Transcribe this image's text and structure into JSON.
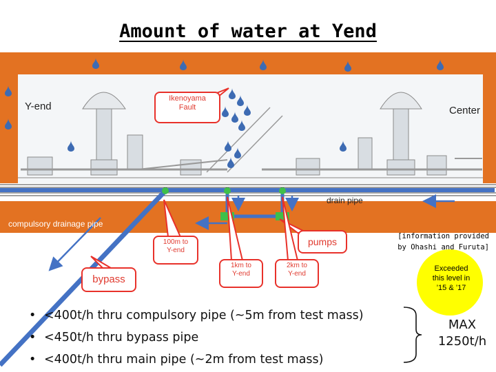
{
  "title": "Amount of water at Yend",
  "diagram": {
    "left_station": "Y-end",
    "right_station": "Center",
    "drain_pipe_label": "drain pipe",
    "compulsory_pipe_label": "compulsory drainage pipe",
    "callouts": {
      "fault_line1": "Ikenoyama",
      "fault_line2": "Fault",
      "m100_line1": "100m to",
      "m100_line2": "Y-end",
      "pumps": "pumps",
      "km1_line1": "1km to",
      "km1_line2": "Y-end",
      "km2_line1": "2km to",
      "km2_line2": "Y-end",
      "bypass": "bypass"
    },
    "colors": {
      "tunnel": "#e37222",
      "pipe": "#4472c4",
      "callout_border": "#e8312a",
      "callout_text": "#e03a2f",
      "droplet": "#3d6bb3",
      "note_circle": "#ffff00"
    }
  },
  "source_note": {
    "line1": "[information provided",
    "line2": "by Ohashi and Furuta]"
  },
  "exceeded_note": {
    "line1": "Exceeded",
    "line2": "this level in",
    "line3": "’15 & ’17"
  },
  "flow_rates": [
    {
      "bullet": "•",
      "text": "<400t/h thru compulsory pipe (~5m from test mass)"
    },
    {
      "bullet": "•",
      "text": "<450t/h thru bypass pipe"
    },
    {
      "bullet": "•",
      "text": "<400t/h thru main pipe (~2m from test mass)"
    }
  ],
  "max": {
    "line1": "MAX",
    "line2": "1250t/h"
  }
}
